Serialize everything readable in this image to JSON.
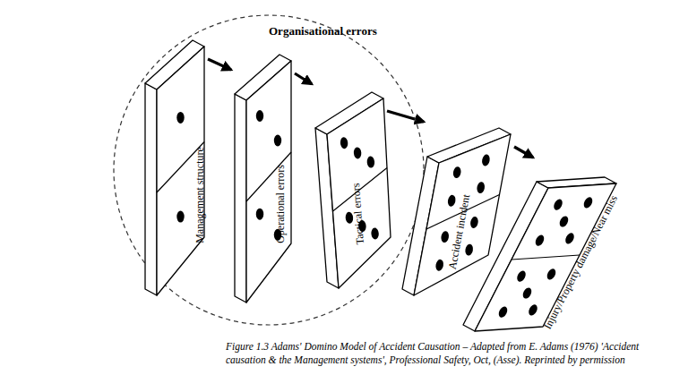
{
  "diagram": {
    "caption": "Figure 1.3 Adams' Domino Model of Accident Causation – Adapted from E. Adams (1976) 'Accident causation & the Management systems', Professional Safety, Oct, (Asse). Reprinted by permission",
    "nodes": [
      {
        "text": [
          "Organisational errors"
        ]
      },
      {
        "text": [
          "Management structure"
        ],
        "in": 0
      },
      {
        "text": [
          "Operational errors"
        ],
        "in": 0
      },
      {
        "text": [
          "Tactical errors"
        ],
        "in": 0
      },
      {
        "text": [
          "Accident incident"
        ]
      },
      {
        "text": [
          "Injury/Property damage/Near miss"
        ]
      }
    ],
    "edges": [
      {
        "from": 1,
        "to": 2,
        "arrow": "to"
      },
      {
        "from": 2,
        "to": 3,
        "arrow": "to"
      },
      {
        "from": 3,
        "to": 4,
        "arrow": "to"
      },
      {
        "from": 4,
        "to": 5,
        "arrow": "to"
      }
    ]
  }
}
